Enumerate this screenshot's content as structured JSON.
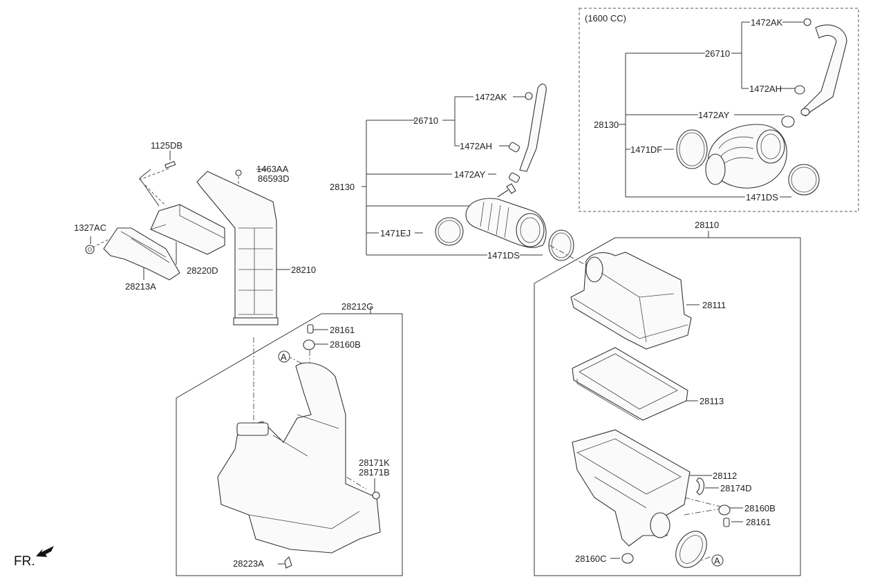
{
  "diagram": {
    "title": "Air Cleaner / Intake Assembly",
    "inset_note": "(1600 CC)",
    "direction_marker": "FR.",
    "callout_marker": "A",
    "labels": {
      "l_1125DB": "1125DB",
      "l_1463AA": "1463AA",
      "l_86593D": "86593D",
      "l_1327AC": "1327AC",
      "l_28220D": "28220D",
      "l_28213A": "28213A",
      "l_28210": "28210",
      "l_28212G": "28212G",
      "l_28161_left": "28161",
      "l_28160B_left": "28160B",
      "l_28171K": "28171K",
      "l_28171B": "28171B",
      "l_28223A": "28223A",
      "l_28130_main": "28130",
      "l_26710_main": "26710",
      "l_1472AK_main": "1472AK",
      "l_1472AH_main": "1472AH",
      "l_1472AY_main": "1472AY",
      "l_1471EJ": "1471EJ",
      "l_1471DS_main": "1471DS",
      "l_28130_inset": "28130",
      "l_26710_inset": "26710",
      "l_1472AK_inset": "1472AK",
      "l_1472AH_inset": "1472AH",
      "l_1472AY_inset": "1472AY",
      "l_1471DF": "1471DF",
      "l_1471DS_inset": "1471DS",
      "l_28110": "28110",
      "l_28111": "28111",
      "l_28113": "28113",
      "l_28112": "28112",
      "l_28174D": "28174D",
      "l_28160B_right": "28160B",
      "l_28161_right": "28161",
      "l_28160C": "28160C"
    }
  }
}
